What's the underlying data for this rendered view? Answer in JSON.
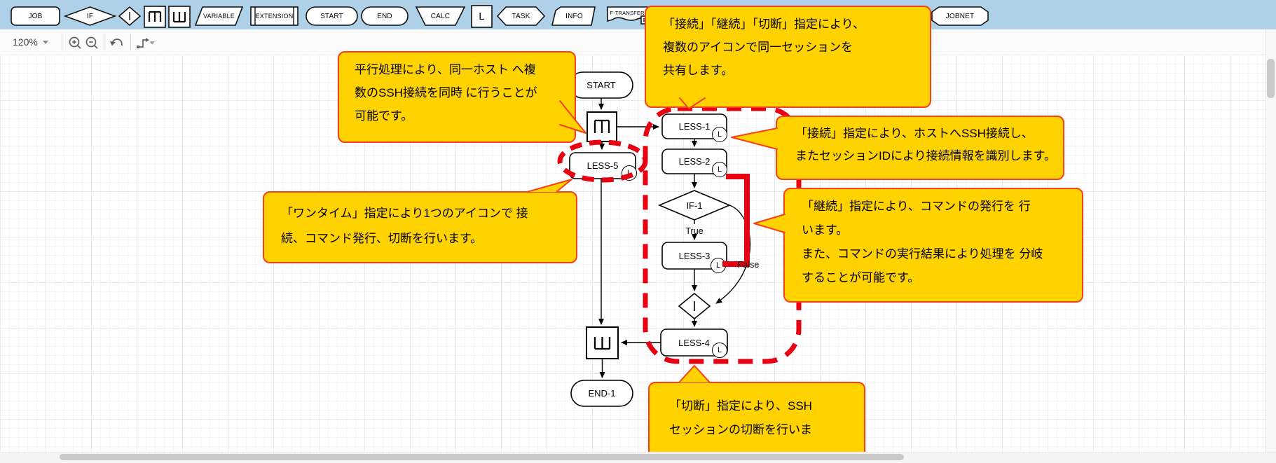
{
  "toolbar": {
    "shapes": [
      {
        "id": "job",
        "label": "JOB"
      },
      {
        "id": "if",
        "label": "IF"
      },
      {
        "id": "sentinel",
        "label": ""
      },
      {
        "id": "parallel-start",
        "label": ""
      },
      {
        "id": "parallel-end",
        "label": ""
      },
      {
        "id": "variable",
        "label": "VARIABLE"
      },
      {
        "id": "extension",
        "label": "EXTENSION"
      },
      {
        "id": "start",
        "label": "START"
      },
      {
        "id": "end",
        "label": "END"
      },
      {
        "id": "calc",
        "label": "CALC"
      },
      {
        "id": "loop",
        "label": "L"
      },
      {
        "id": "task",
        "label": "TASK"
      },
      {
        "id": "info",
        "label": "INFO"
      },
      {
        "id": "ftransfer",
        "label": "F-TRANSFER"
      },
      {
        "id": "jobnet",
        "label": "JOBNET"
      }
    ]
  },
  "controls": {
    "zoom_level": "120%"
  },
  "diagram": {
    "nodes": {
      "start": "START",
      "less1": "LESS-1",
      "less2": "LESS-2",
      "if1": "IF-1",
      "less3": "LESS-3",
      "less4": "LESS-4",
      "less5": "LESS-5",
      "end1": "END-1"
    },
    "badge": "L",
    "edge_labels": {
      "true": "True",
      "false": "False"
    }
  },
  "callouts": [
    {
      "lines": [
        "平行処理により、同一ホスト へ複",
        "数のSSH接続を同時 に行うことが",
        "可能です。"
      ]
    },
    {
      "lines": [
        "「接続」「継続」「切断」指定により、",
        "複数のアイコンで同一セッションを",
        "共有します。"
      ]
    },
    {
      "lines": [
        "「接続」指定により、ホストへSSH接続し、",
        "またセッションIDにより接続情報を識別します。"
      ]
    },
    {
      "lines": [
        "「ワンタイム」指定により1つのアイコンで 接",
        "続、コマンド発行、切断を行います。"
      ]
    },
    {
      "lines": [
        "「継続」指定により、コマンドの発行を 行",
        "います。",
        "また、コマンドの実行結果により処理を 分岐",
        "することが可能です。"
      ]
    },
    {
      "lines": [
        "「切断」指定により、SSH",
        "セッションの切断を行いま"
      ]
    }
  ],
  "colors": {
    "toolbar_bg": "#aed0e8",
    "callout_fill": "#ffd200",
    "callout_border": "#f5411d",
    "annotation_red": "#e60012"
  }
}
